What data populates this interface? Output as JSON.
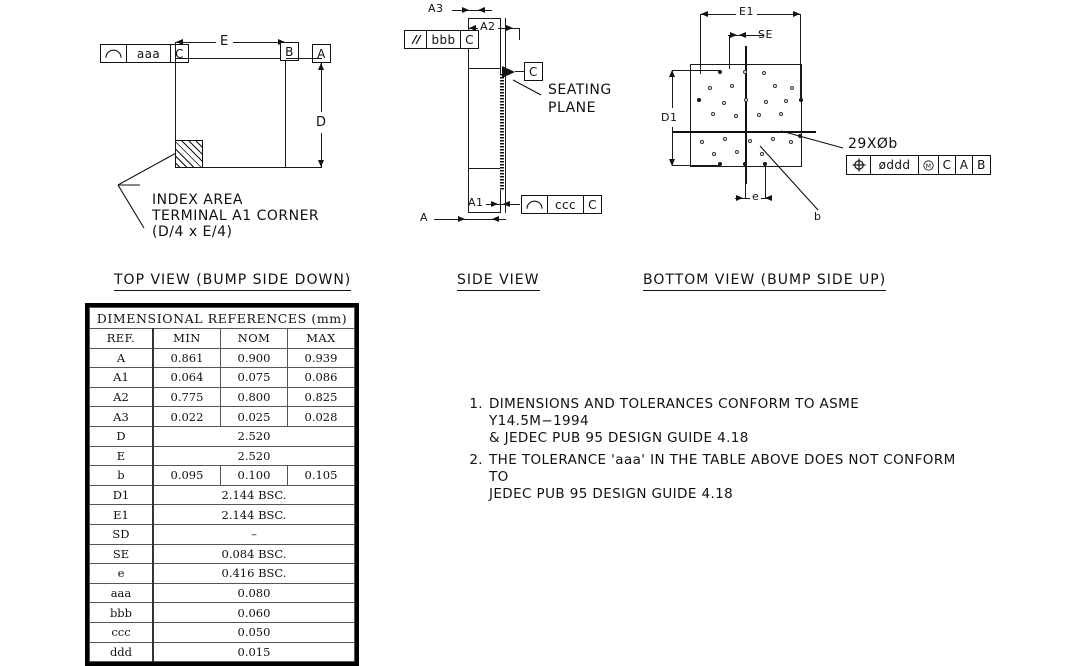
{
  "drawing": {
    "views": [
      {
        "id": "top",
        "caption": "TOP VIEW (BUMP SIDE DOWN)"
      },
      {
        "id": "side",
        "caption": "SIDE VIEW"
      },
      {
        "id": "bottom",
        "caption": "BOTTOM VIEW (BUMP SIDE UP)"
      }
    ]
  },
  "top_view": {
    "datum_b": "B",
    "datum_a": "A",
    "dim_e": "E",
    "dim_d": "D",
    "fcf": {
      "symbol": "profile-of-surface",
      "tolerance": "aaa",
      "datum": "C"
    },
    "index_note_line1": "INDEX AREA",
    "index_note_line2": "TERMINAL A1 CORNER",
    "index_note_line3": "(D/4 x E/4)"
  },
  "side_view": {
    "dim_a3": "A3",
    "dim_a2": "A2",
    "dim_a1": "A1",
    "dim_a": "A",
    "datum_c": "C",
    "seating_plane_line1": "SEATING",
    "seating_plane_line2": "PLANE",
    "fcf_parallel": {
      "symbol": "parallelism",
      "tolerance": "bbb",
      "datum": "C"
    },
    "fcf_profile": {
      "symbol": "profile-of-surface",
      "tolerance": "ccc",
      "datum": "C"
    }
  },
  "bottom_view": {
    "dim_e1": "E1",
    "dim_d1": "D1",
    "dim_se": "SE",
    "dim_e": "e",
    "dim_b": "b",
    "ball_callout": "29XØb",
    "fcf_position": {
      "symbol": "position",
      "tolerance": "øddd",
      "modifier": "M",
      "datums": [
        "C",
        "A",
        "B"
      ]
    },
    "ball_count": 29
  },
  "table": {
    "title": "DIMENSIONAL  REFERENCES  (mm)",
    "columns": [
      "REF.",
      "MIN",
      "NOM",
      "MAX"
    ],
    "rows": [
      {
        "ref": "A",
        "min": "0.861",
        "nom": "0.900",
        "max": "0.939",
        "span": false
      },
      {
        "ref": "A1",
        "min": "0.064",
        "nom": "0.075",
        "max": "0.086",
        "span": false
      },
      {
        "ref": "A2",
        "min": "0.775",
        "nom": "0.800",
        "max": "0.825",
        "span": false
      },
      {
        "ref": "A3",
        "min": "0.022",
        "nom": "0.025",
        "max": "0.028",
        "span": false
      },
      {
        "ref": "D",
        "value": "2.520",
        "span": true
      },
      {
        "ref": "E",
        "value": "2.520",
        "span": true
      },
      {
        "ref": "b",
        "min": "0.095",
        "nom": "0.100",
        "max": "0.105",
        "span": false
      },
      {
        "ref": "D1",
        "value": "2.144  BSC.",
        "span": true
      },
      {
        "ref": "E1",
        "value": "2.144  BSC.",
        "span": true
      },
      {
        "ref": "SD",
        "value": "–",
        "span": true
      },
      {
        "ref": "SE",
        "value": "0.084  BSC.",
        "span": true
      },
      {
        "ref": "e",
        "value": "0.416  BSC.",
        "span": true
      },
      {
        "ref": "aaa",
        "value": "0.080",
        "span": true
      },
      {
        "ref": "bbb",
        "value": "0.060",
        "span": true
      },
      {
        "ref": "ccc",
        "value": "0.050",
        "span": true
      },
      {
        "ref": "ddd",
        "value": "0.015",
        "span": true
      }
    ]
  },
  "notes": [
    {
      "num": "1.",
      "text": "DIMENSIONS AND TOLERANCES CONFORM TO ASME Y14.5M−1994\n& JEDEC PUB 95 DESIGN GUIDE 4.18"
    },
    {
      "num": "2.",
      "text": "THE TOLERANCE 'aaa' IN THE TABLE ABOVE DOES NOT CONFORM TO\nJEDEC PUB 95 DESIGN GUIDE 4.18"
    }
  ]
}
